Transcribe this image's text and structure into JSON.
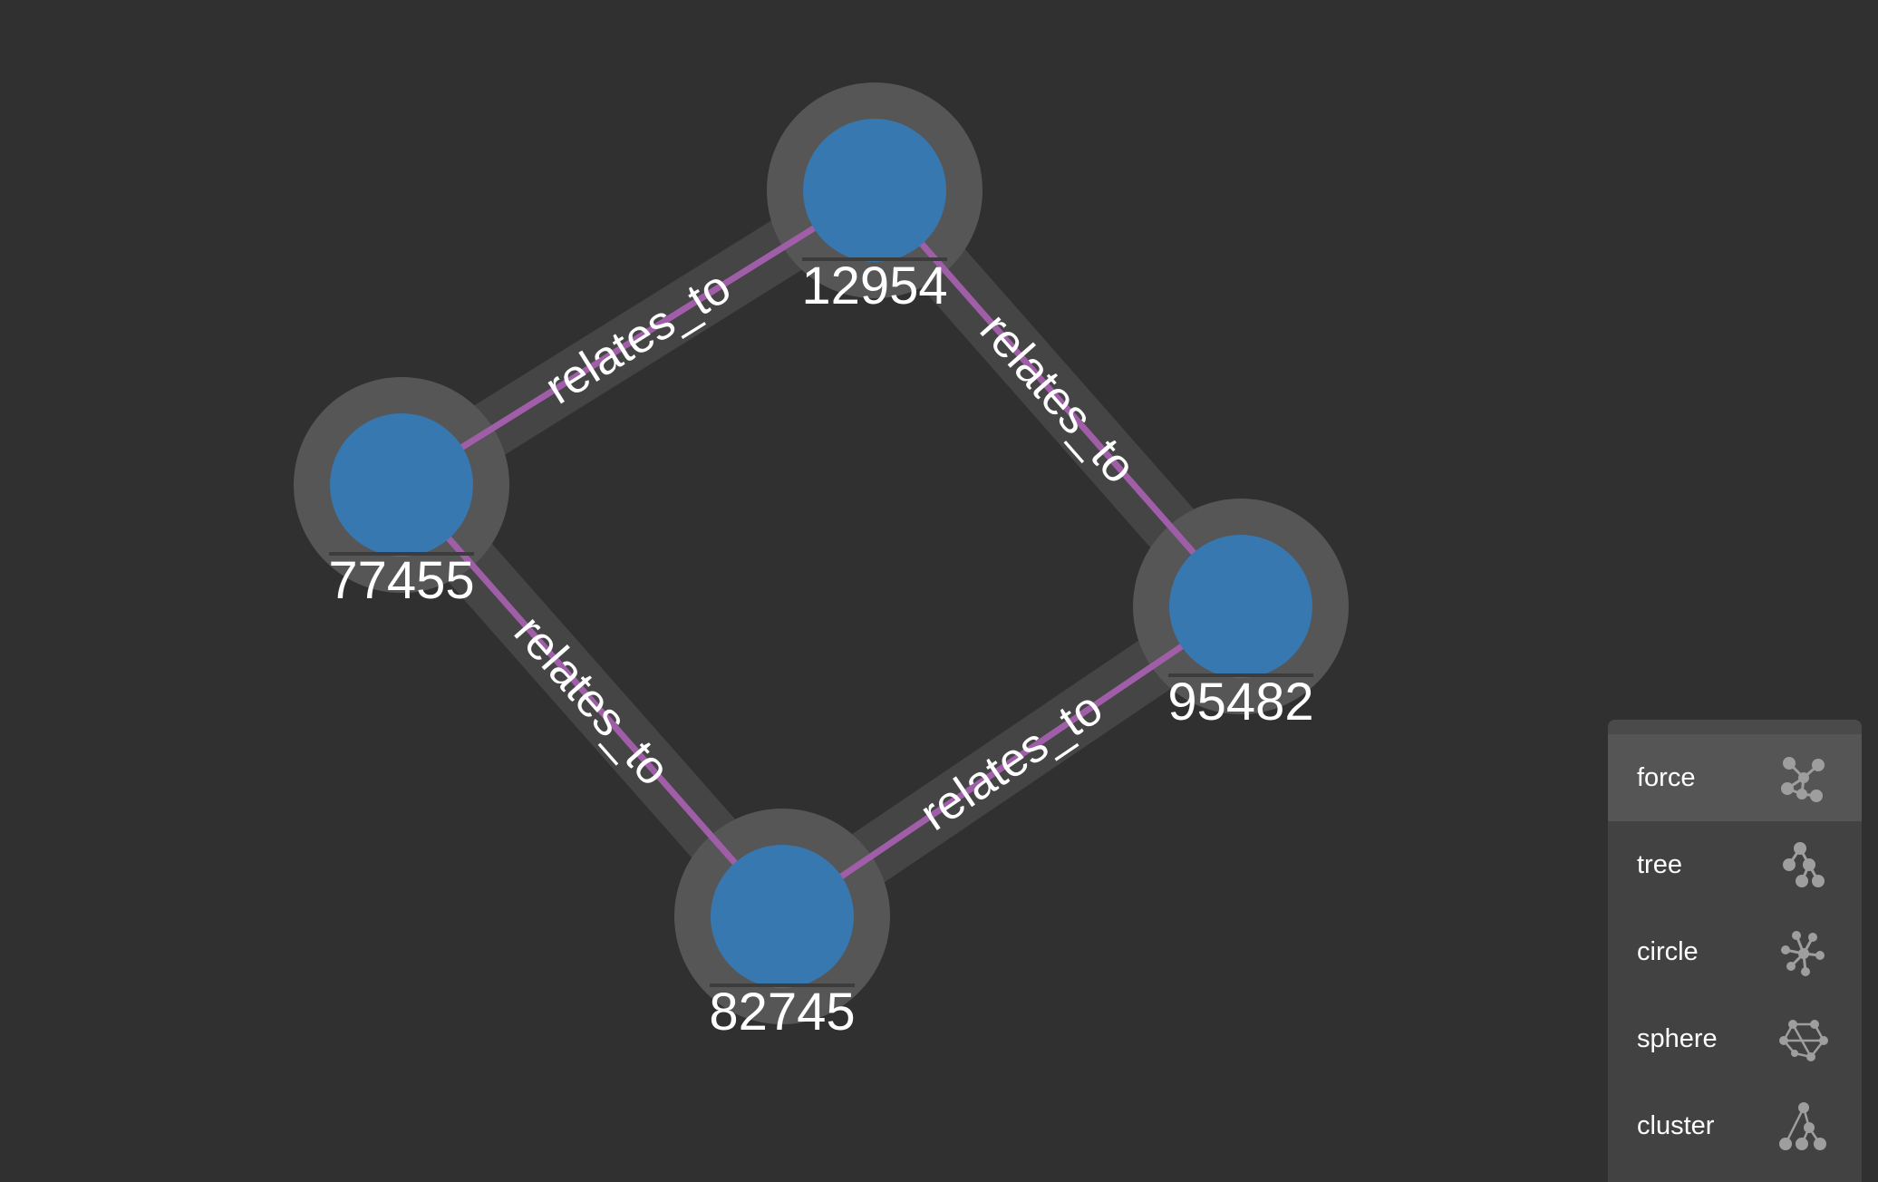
{
  "graph": {
    "nodes": [
      {
        "id": "12954",
        "label": "12954"
      },
      {
        "id": "77455",
        "label": "77455"
      },
      {
        "id": "95482",
        "label": "95482"
      },
      {
        "id": "82745",
        "label": "82745"
      }
    ],
    "edges": [
      {
        "source": "77455",
        "target": "12954",
        "label": "relates_to"
      },
      {
        "source": "12954",
        "target": "95482",
        "label": "relates_to"
      },
      {
        "source": "77455",
        "target": "82745",
        "label": "relates_to"
      },
      {
        "source": "82745",
        "target": "95482",
        "label": "relates_to"
      }
    ]
  },
  "colors": {
    "background": "#303030",
    "node_fill": "#3878b0",
    "node_halo": "#565656",
    "edge_line": "#a05ea8",
    "edge_band": "#454545",
    "panel_bg": "#424242",
    "panel_active": "#555555",
    "icon": "#9e9e9e"
  },
  "layout_panel": {
    "active": "force",
    "items": [
      {
        "label": "force",
        "icon": "force-layout-icon"
      },
      {
        "label": "tree",
        "icon": "tree-layout-icon"
      },
      {
        "label": "circle",
        "icon": "circle-layout-icon"
      },
      {
        "label": "sphere",
        "icon": "sphere-layout-icon"
      },
      {
        "label": "cluster",
        "icon": "cluster-layout-icon"
      }
    ]
  }
}
